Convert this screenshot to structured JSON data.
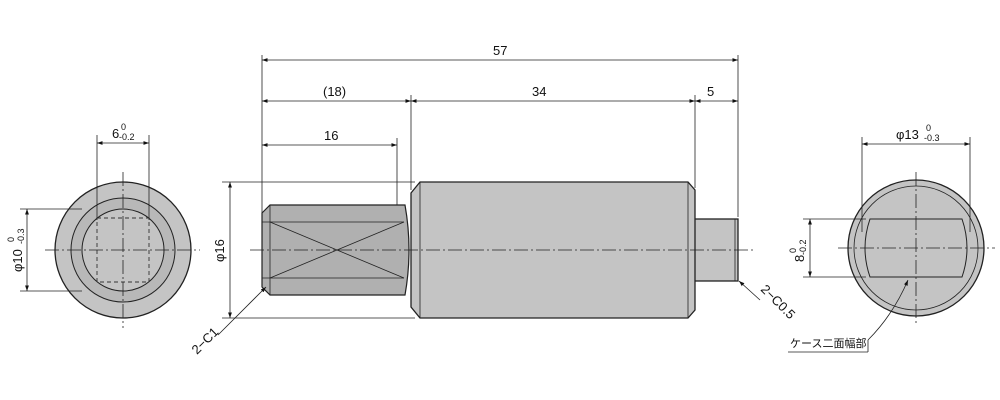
{
  "dimensions": {
    "overall_length": "57",
    "left_section": "(18)",
    "middle_section": "34",
    "right_section": "5",
    "hex_length": "16",
    "hex_diameter": "φ16",
    "left_view_width": "6",
    "left_view_width_tol_upper": "0",
    "left_view_width_tol_lower": "-0.2",
    "left_view_diameter": "φ10",
    "left_view_diameter_tol_upper": "0",
    "left_view_diameter_tol_lower": "-0.3",
    "right_view_diameter": "φ13",
    "right_view_diameter_tol_upper": "0",
    "right_view_diameter_tol_lower": "-0.3",
    "right_view_width": "8",
    "right_view_width_tol_upper": "0",
    "right_view_width_tol_lower": "-0.2"
  },
  "annotations": {
    "chamfer_left": "2−C1",
    "chamfer_right": "2−C0.5",
    "flat_note": "ケース二面幅部"
  }
}
